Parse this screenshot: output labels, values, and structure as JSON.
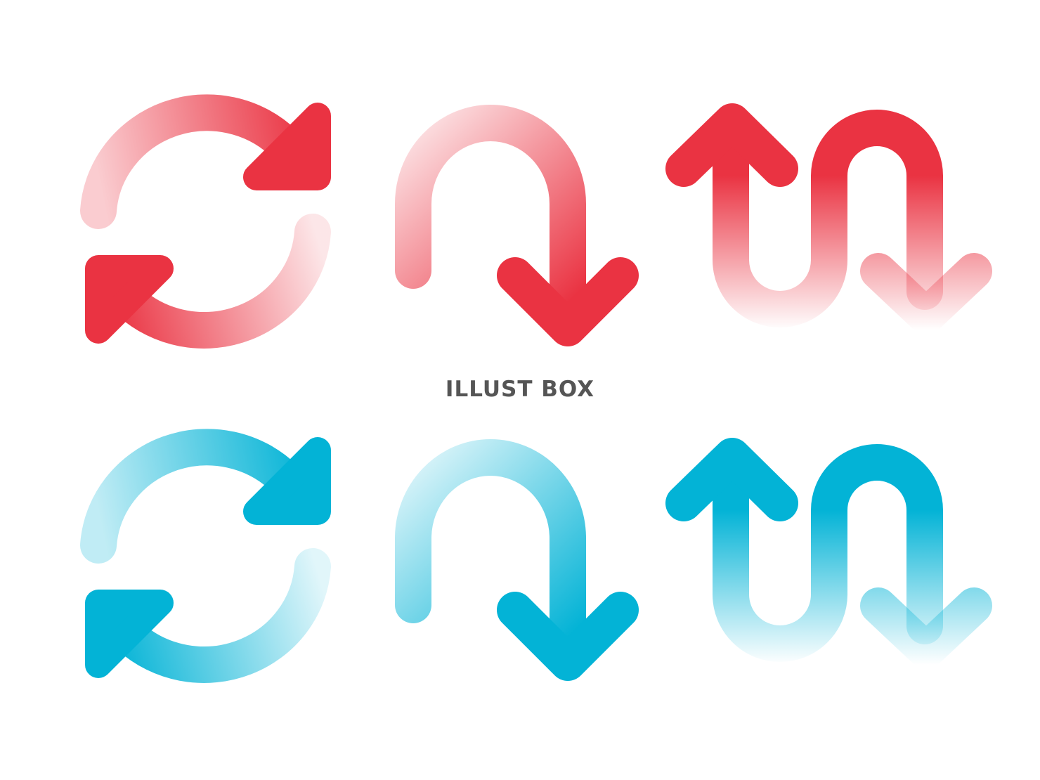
{
  "watermark": {
    "text": "ILLUST BOX"
  },
  "icon_sets": [
    {
      "name": "red",
      "color": "#ea3342",
      "icons": [
        "refresh-cycle-arrows-icon",
        "u-turn-down-arrow-icon",
        "zigzag-up-down-arrows-icon"
      ]
    },
    {
      "name": "blue",
      "color": "#03b3d6",
      "icons": [
        "refresh-cycle-arrows-icon",
        "u-turn-down-arrow-icon",
        "zigzag-up-down-arrows-icon"
      ]
    }
  ]
}
